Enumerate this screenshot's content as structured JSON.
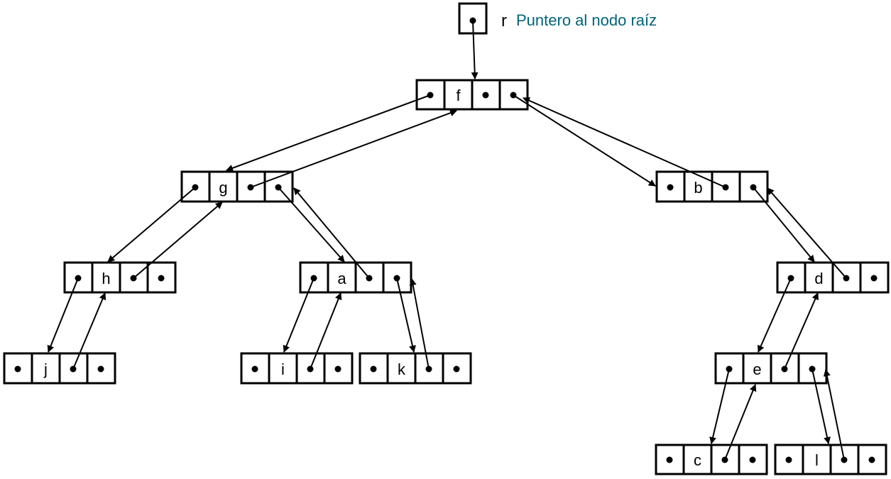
{
  "root_pointer": {
    "name": "r",
    "caption": "Puntero al nodo raíz",
    "caption_color": "#006478"
  },
  "nodes": {
    "f": "f",
    "g": "g",
    "b": "b",
    "h": "h",
    "a": "a",
    "d": "d",
    "j": "j",
    "i": "i",
    "k": "k",
    "e": "e",
    "c": "c",
    "l": "l"
  },
  "edges": [
    {
      "from": "f",
      "to": "g"
    },
    {
      "from": "f",
      "to": "b"
    },
    {
      "from": "g",
      "to": "h"
    },
    {
      "from": "g",
      "to": "a"
    },
    {
      "from": "h",
      "to": "j"
    },
    {
      "from": "a",
      "to": "i"
    },
    {
      "from": "a",
      "to": "k"
    },
    {
      "from": "b",
      "to": "d"
    },
    {
      "from": "d",
      "to": "e"
    },
    {
      "from": "e",
      "to": "c"
    },
    {
      "from": "e",
      "to": "l"
    }
  ]
}
